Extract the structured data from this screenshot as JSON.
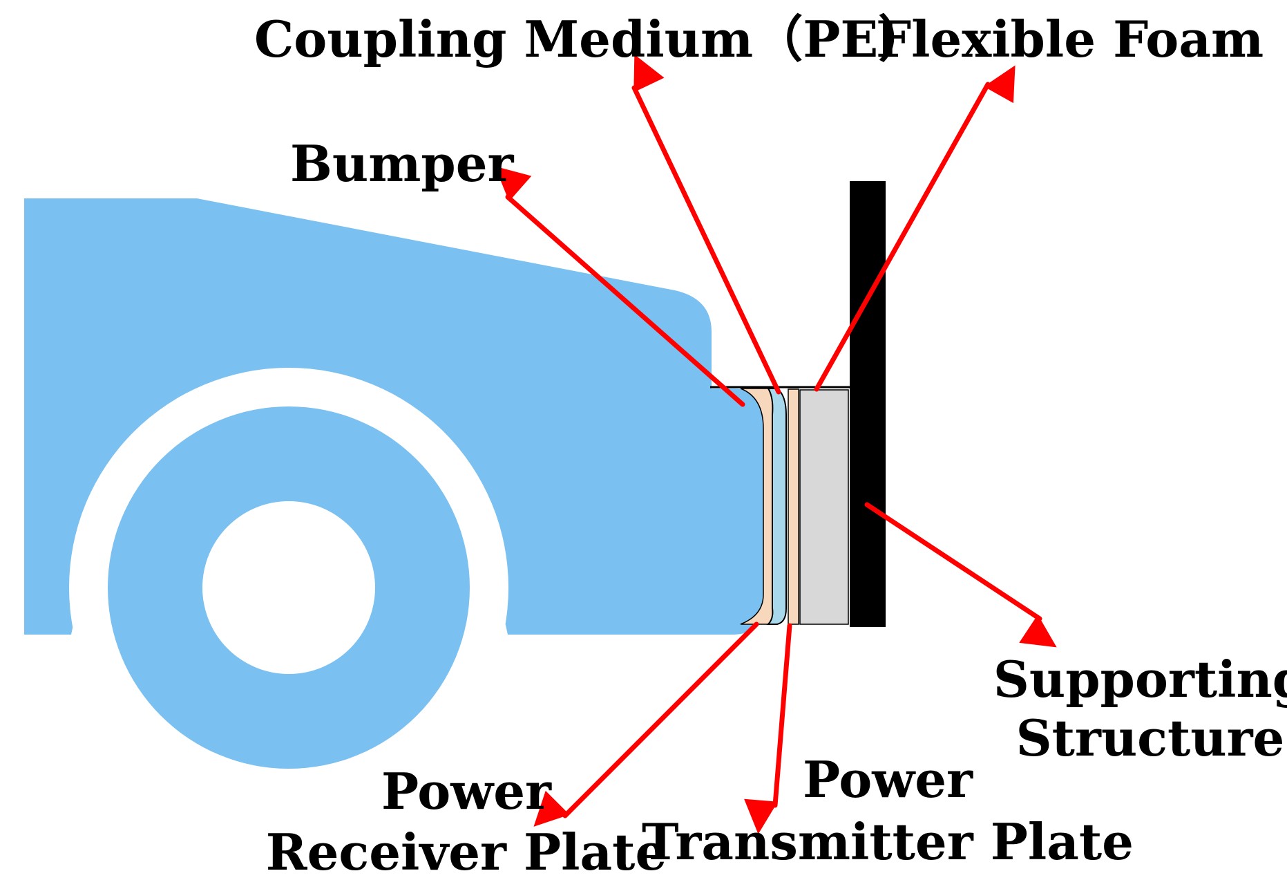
{
  "labels": {
    "coupling_medium": "Coupling Medium（PE）",
    "flexible_foam": "Flexible Foam",
    "bumper": "Bumper",
    "supporting_structure_line1": "Supporting",
    "supporting_structure_line2": "Structure",
    "power_receiver_line1": "Power",
    "power_receiver_line2": "Receiver Plate",
    "power_transmitter_line1": "Power",
    "power_transmitter_line2": "Transmitter Plate"
  },
  "colors": {
    "car_body": "#7ac0f0",
    "wheel_gap": "#ffffff",
    "receiver_plate": "#f8d8bd",
    "coupling_medium": "#a8d8ec",
    "transmitter_plate": "#f8d8bd",
    "flexible_foam": "#d8d8d8",
    "supporting_structure": "#000000",
    "arrow": "#ff0000"
  }
}
